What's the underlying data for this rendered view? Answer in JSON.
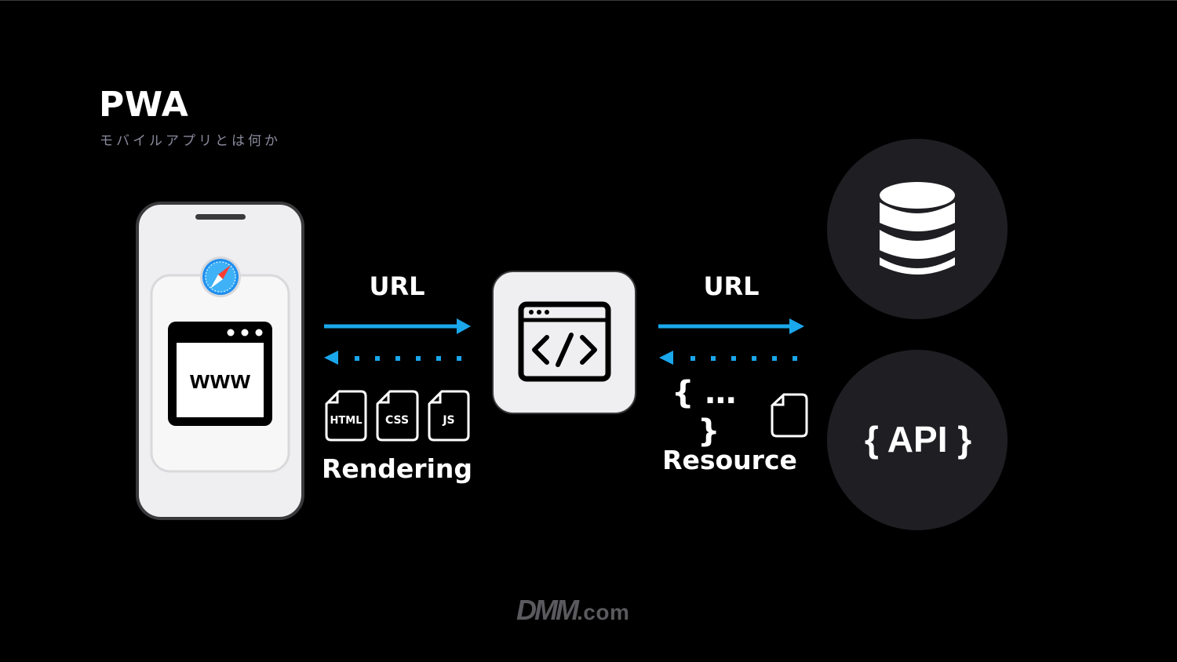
{
  "slide": {
    "title": "PWA",
    "subtitle": "モバイルアプリとは何か"
  },
  "diagram": {
    "browser_url": "www",
    "left_arrow_label": "URL",
    "right_arrow_label": "URL",
    "files": [
      "HTML",
      "CSS",
      "JS"
    ],
    "rendering_label": "Rendering",
    "json_brace_open": "{ …",
    "json_brace_close": "}",
    "resource_label": "Resource",
    "api_label": "{ API }"
  },
  "footer": {
    "logo_main": "DMM",
    "logo_suffix": ".com"
  },
  "colors": {
    "background": "#000000",
    "arrow": "#1aa7ec",
    "circle": "#1f1e23",
    "device": "#efeff1",
    "subtitle": "#8a8a9e"
  }
}
